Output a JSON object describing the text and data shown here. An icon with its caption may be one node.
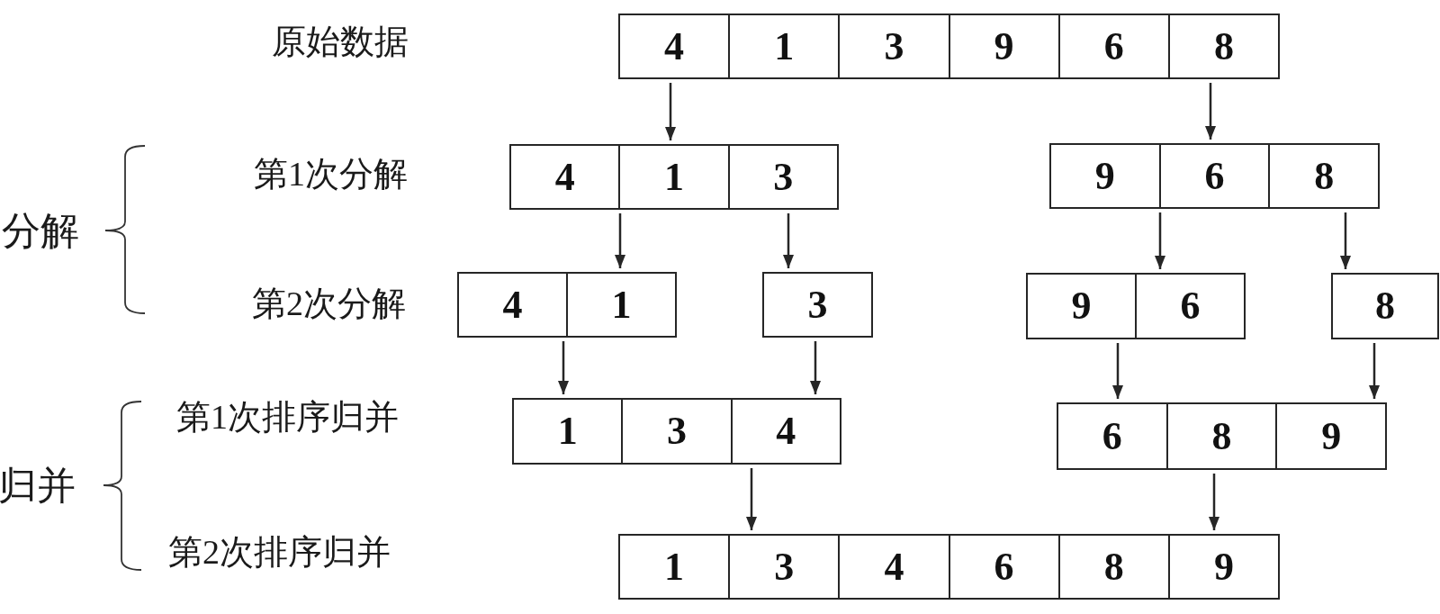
{
  "diagram": {
    "nodes": [
      {
        "text": [],
        "shape": "box"
      },
      {
        "text": [
          "4"
        ],
        "in": 0
      },
      {
        "text": [
          "1"
        ],
        "in": 0
      },
      {
        "text": [
          "3"
        ],
        "in": 0
      },
      {
        "text": [
          "9"
        ],
        "in": 0
      },
      {
        "text": [
          "6"
        ],
        "in": 0
      },
      {
        "text": [
          "8"
        ],
        "in": 0
      },
      {
        "text": [],
        "shape": "box"
      },
      {
        "text": [
          "4"
        ],
        "in": 7
      },
      {
        "text": [
          "1"
        ],
        "in": 7
      },
      {
        "text": [
          "3"
        ],
        "in": 7
      },
      {
        "text": [],
        "shape": "box"
      },
      {
        "text": [
          "9"
        ],
        "in": 11
      },
      {
        "text": [
          "6"
        ],
        "in": 11
      },
      {
        "text": [
          "8"
        ],
        "in": 11
      },
      {
        "text": [],
        "shape": "box"
      },
      {
        "text": [
          "4"
        ],
        "in": 15
      },
      {
        "text": [
          "1"
        ],
        "in": 15
      },
      {
        "text": [
          "3"
        ]
      },
      {
        "text": [],
        "shape": "box"
      },
      {
        "text": [
          "9"
        ],
        "in": 19
      },
      {
        "text": [
          "6"
        ],
        "in": 19
      },
      {
        "text": [
          "8"
        ]
      },
      {
        "text": [],
        "shape": "box"
      },
      {
        "text": [
          "1"
        ],
        "in": 23
      },
      {
        "text": [
          "3"
        ],
        "in": 23
      },
      {
        "text": [
          "4"
        ],
        "in": 23
      },
      {
        "text": [],
        "shape": "box"
      },
      {
        "text": [
          "6"
        ],
        "in": 27
      },
      {
        "text": [
          "8"
        ],
        "in": 27
      },
      {
        "text": [
          "9"
        ],
        "in": 27
      },
      {
        "text": [],
        "shape": "box"
      },
      {
        "text": [
          "1"
        ],
        "in": 31
      },
      {
        "text": [
          "3"
        ],
        "in": 31
      },
      {
        "text": [
          "4"
        ],
        "in": 31
      },
      {
        "text": [
          "6"
        ],
        "in": 31
      },
      {
        "text": [
          "8"
        ],
        "in": 31
      },
      {
        "text": [
          "9"
        ],
        "in": 31
      }
    ],
    "edges": [
      {
        "from": 0,
        "to": 7,
        "arrow": "to"
      },
      {
        "from": 0,
        "to": 11,
        "arrow": "to"
      },
      {
        "from": 7,
        "to": 15,
        "arrow": "to"
      },
      {
        "from": 7,
        "to": 18,
        "arrow": "to"
      },
      {
        "from": 11,
        "to": 19,
        "arrow": "to"
      },
      {
        "from": 11,
        "to": 22,
        "arrow": "to"
      },
      {
        "from": 15,
        "to": 23,
        "arrow": "to"
      },
      {
        "from": 18,
        "to": 23,
        "arrow": "to"
      },
      {
        "from": 19,
        "to": 27,
        "arrow": "to"
      },
      {
        "from": 22,
        "to": 27,
        "arrow": "to"
      },
      {
        "from": 23,
        "to": 31,
        "arrow": "to"
      },
      {
        "from": 27,
        "to": 31,
        "arrow": "to"
      }
    ],
    "labels": [
      "原始数据",
      "第1次分解",
      "分解",
      "第2次分解",
      "第1次排序归并",
      "归并",
      "第2次排序归并"
    ]
  }
}
